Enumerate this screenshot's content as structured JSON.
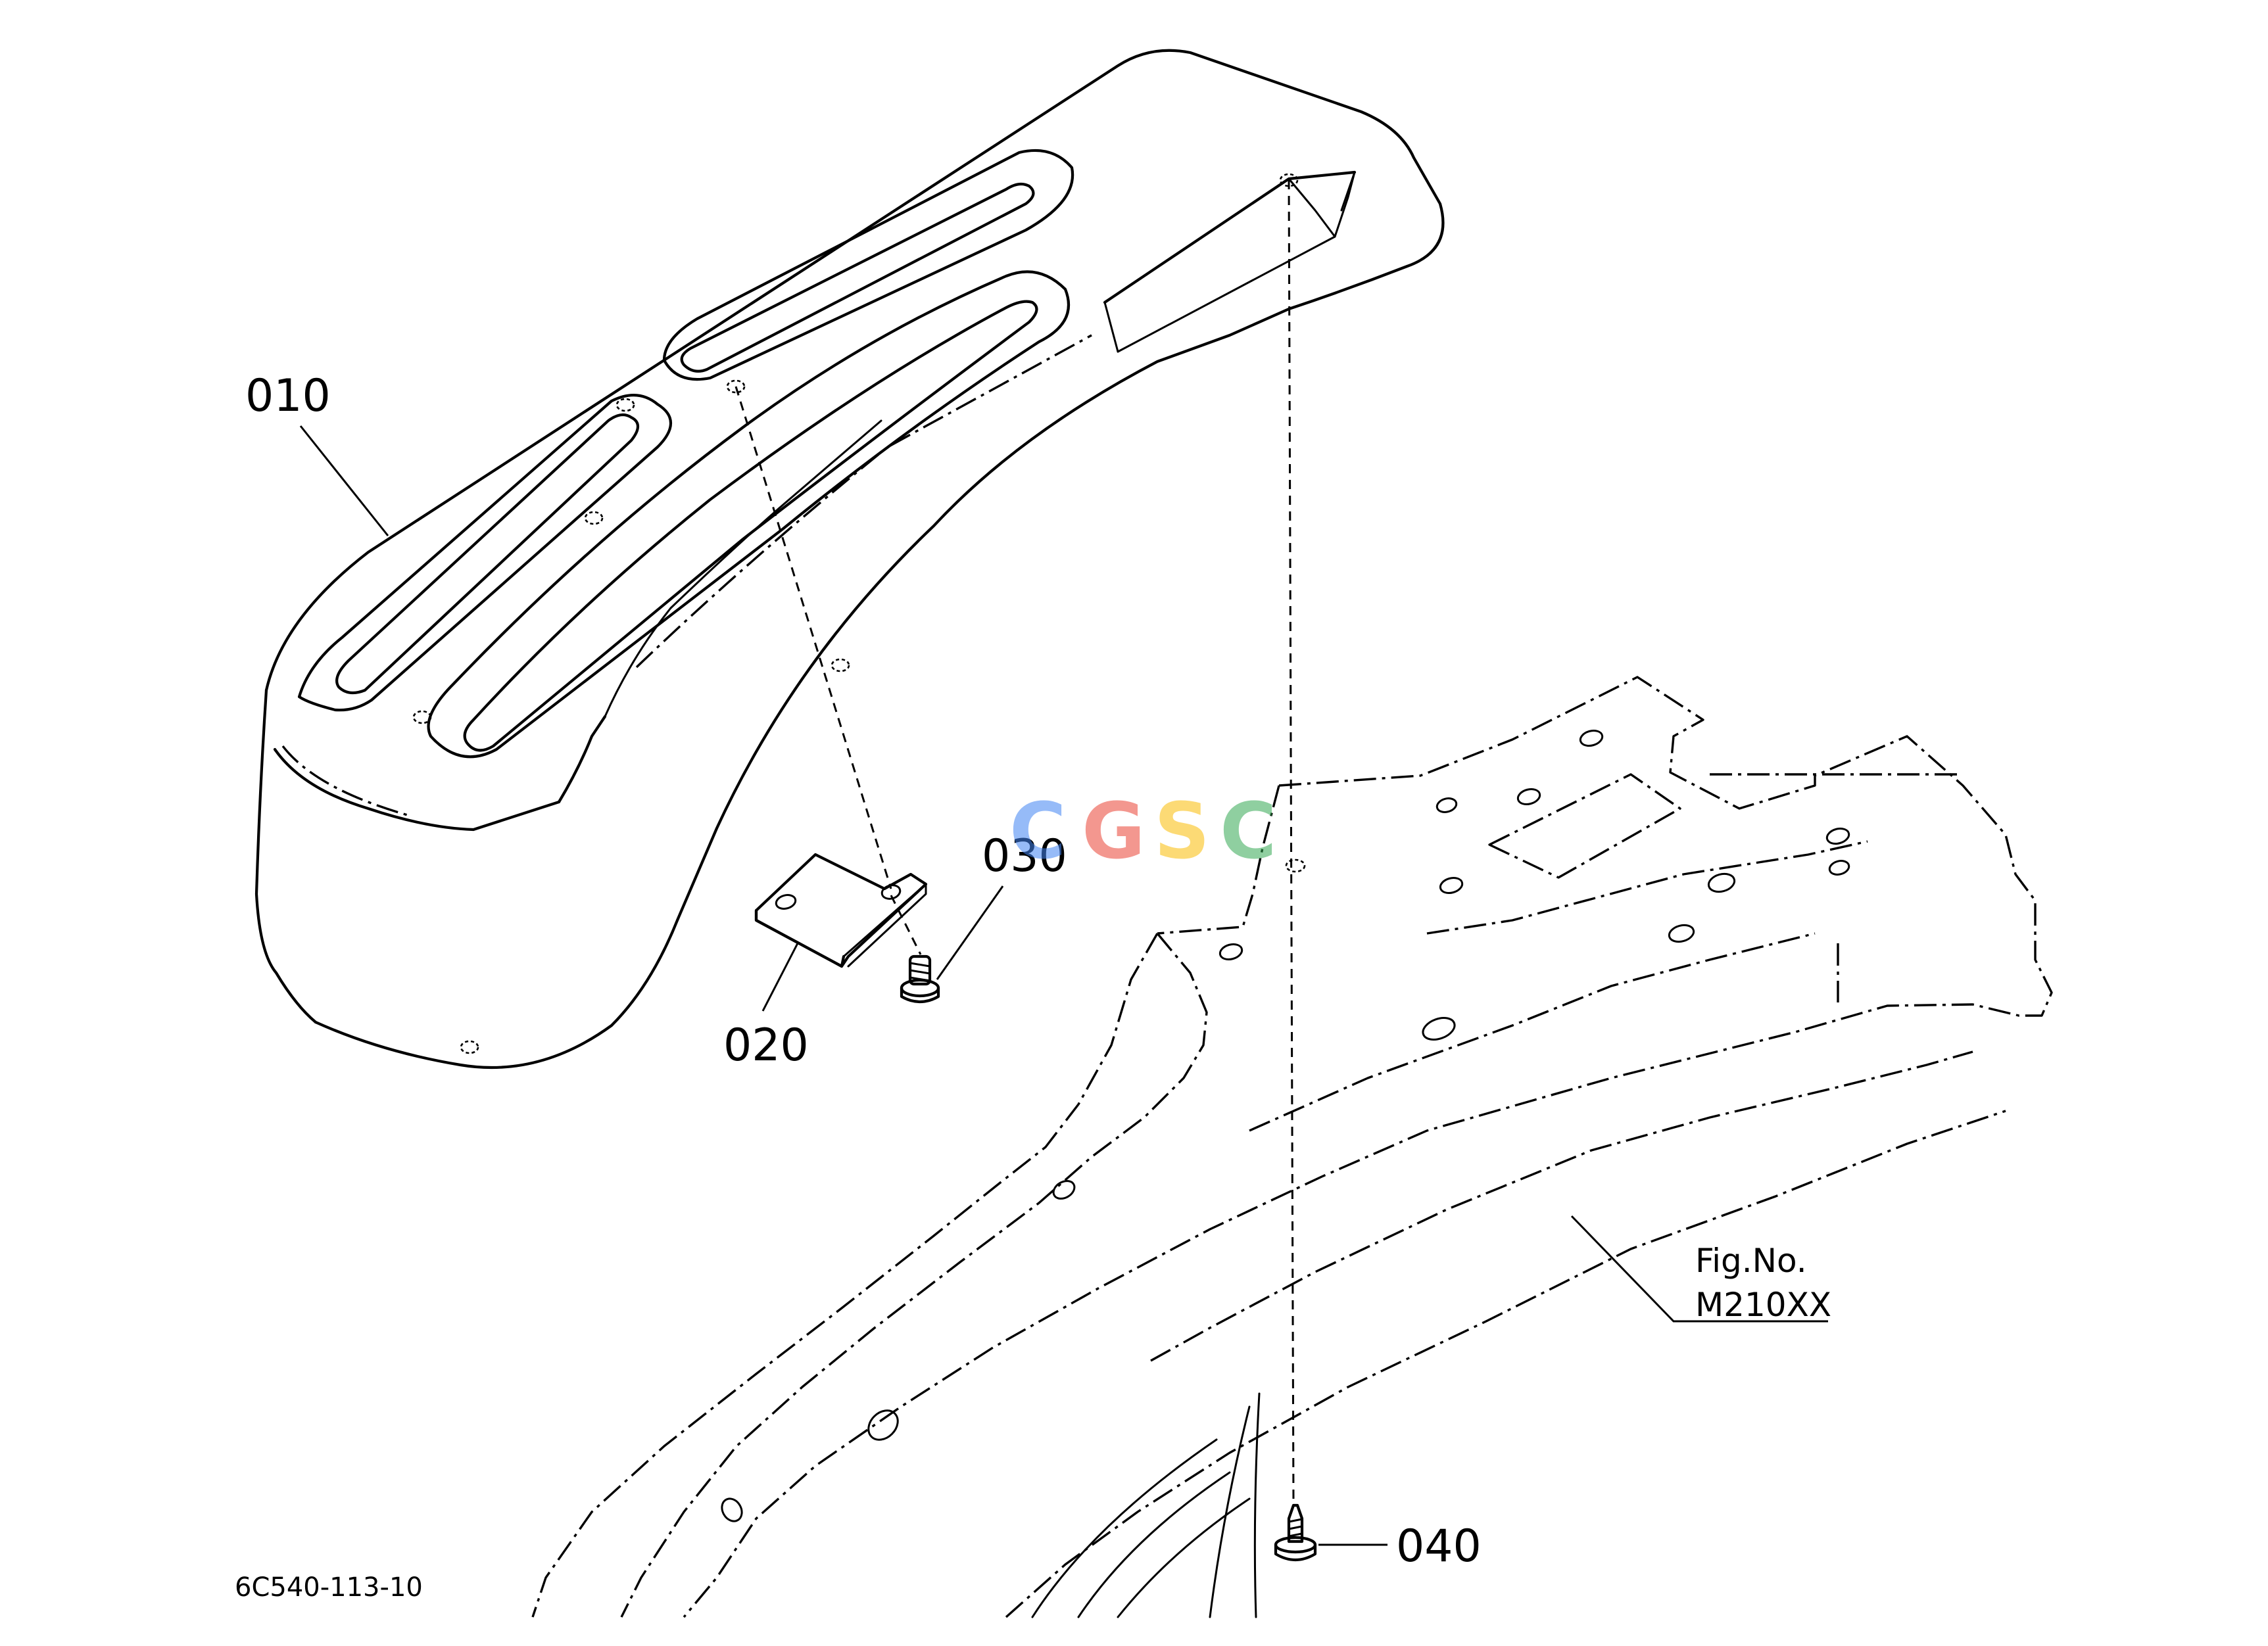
{
  "diagram": {
    "callouts": [
      {
        "id": "010"
      },
      {
        "id": "020"
      },
      {
        "id": "030"
      },
      {
        "id": "040"
      }
    ],
    "figure_reference": {
      "line1": "Fig.No.",
      "line2": "M210XX"
    },
    "drawing_code": "6C540-113-10",
    "watermark": {
      "letters": [
        "C",
        "G",
        "S",
        "C"
      ],
      "colors": [
        "#4285f4",
        "#ea4335",
        "#fbbc05",
        "#34a853"
      ]
    }
  }
}
